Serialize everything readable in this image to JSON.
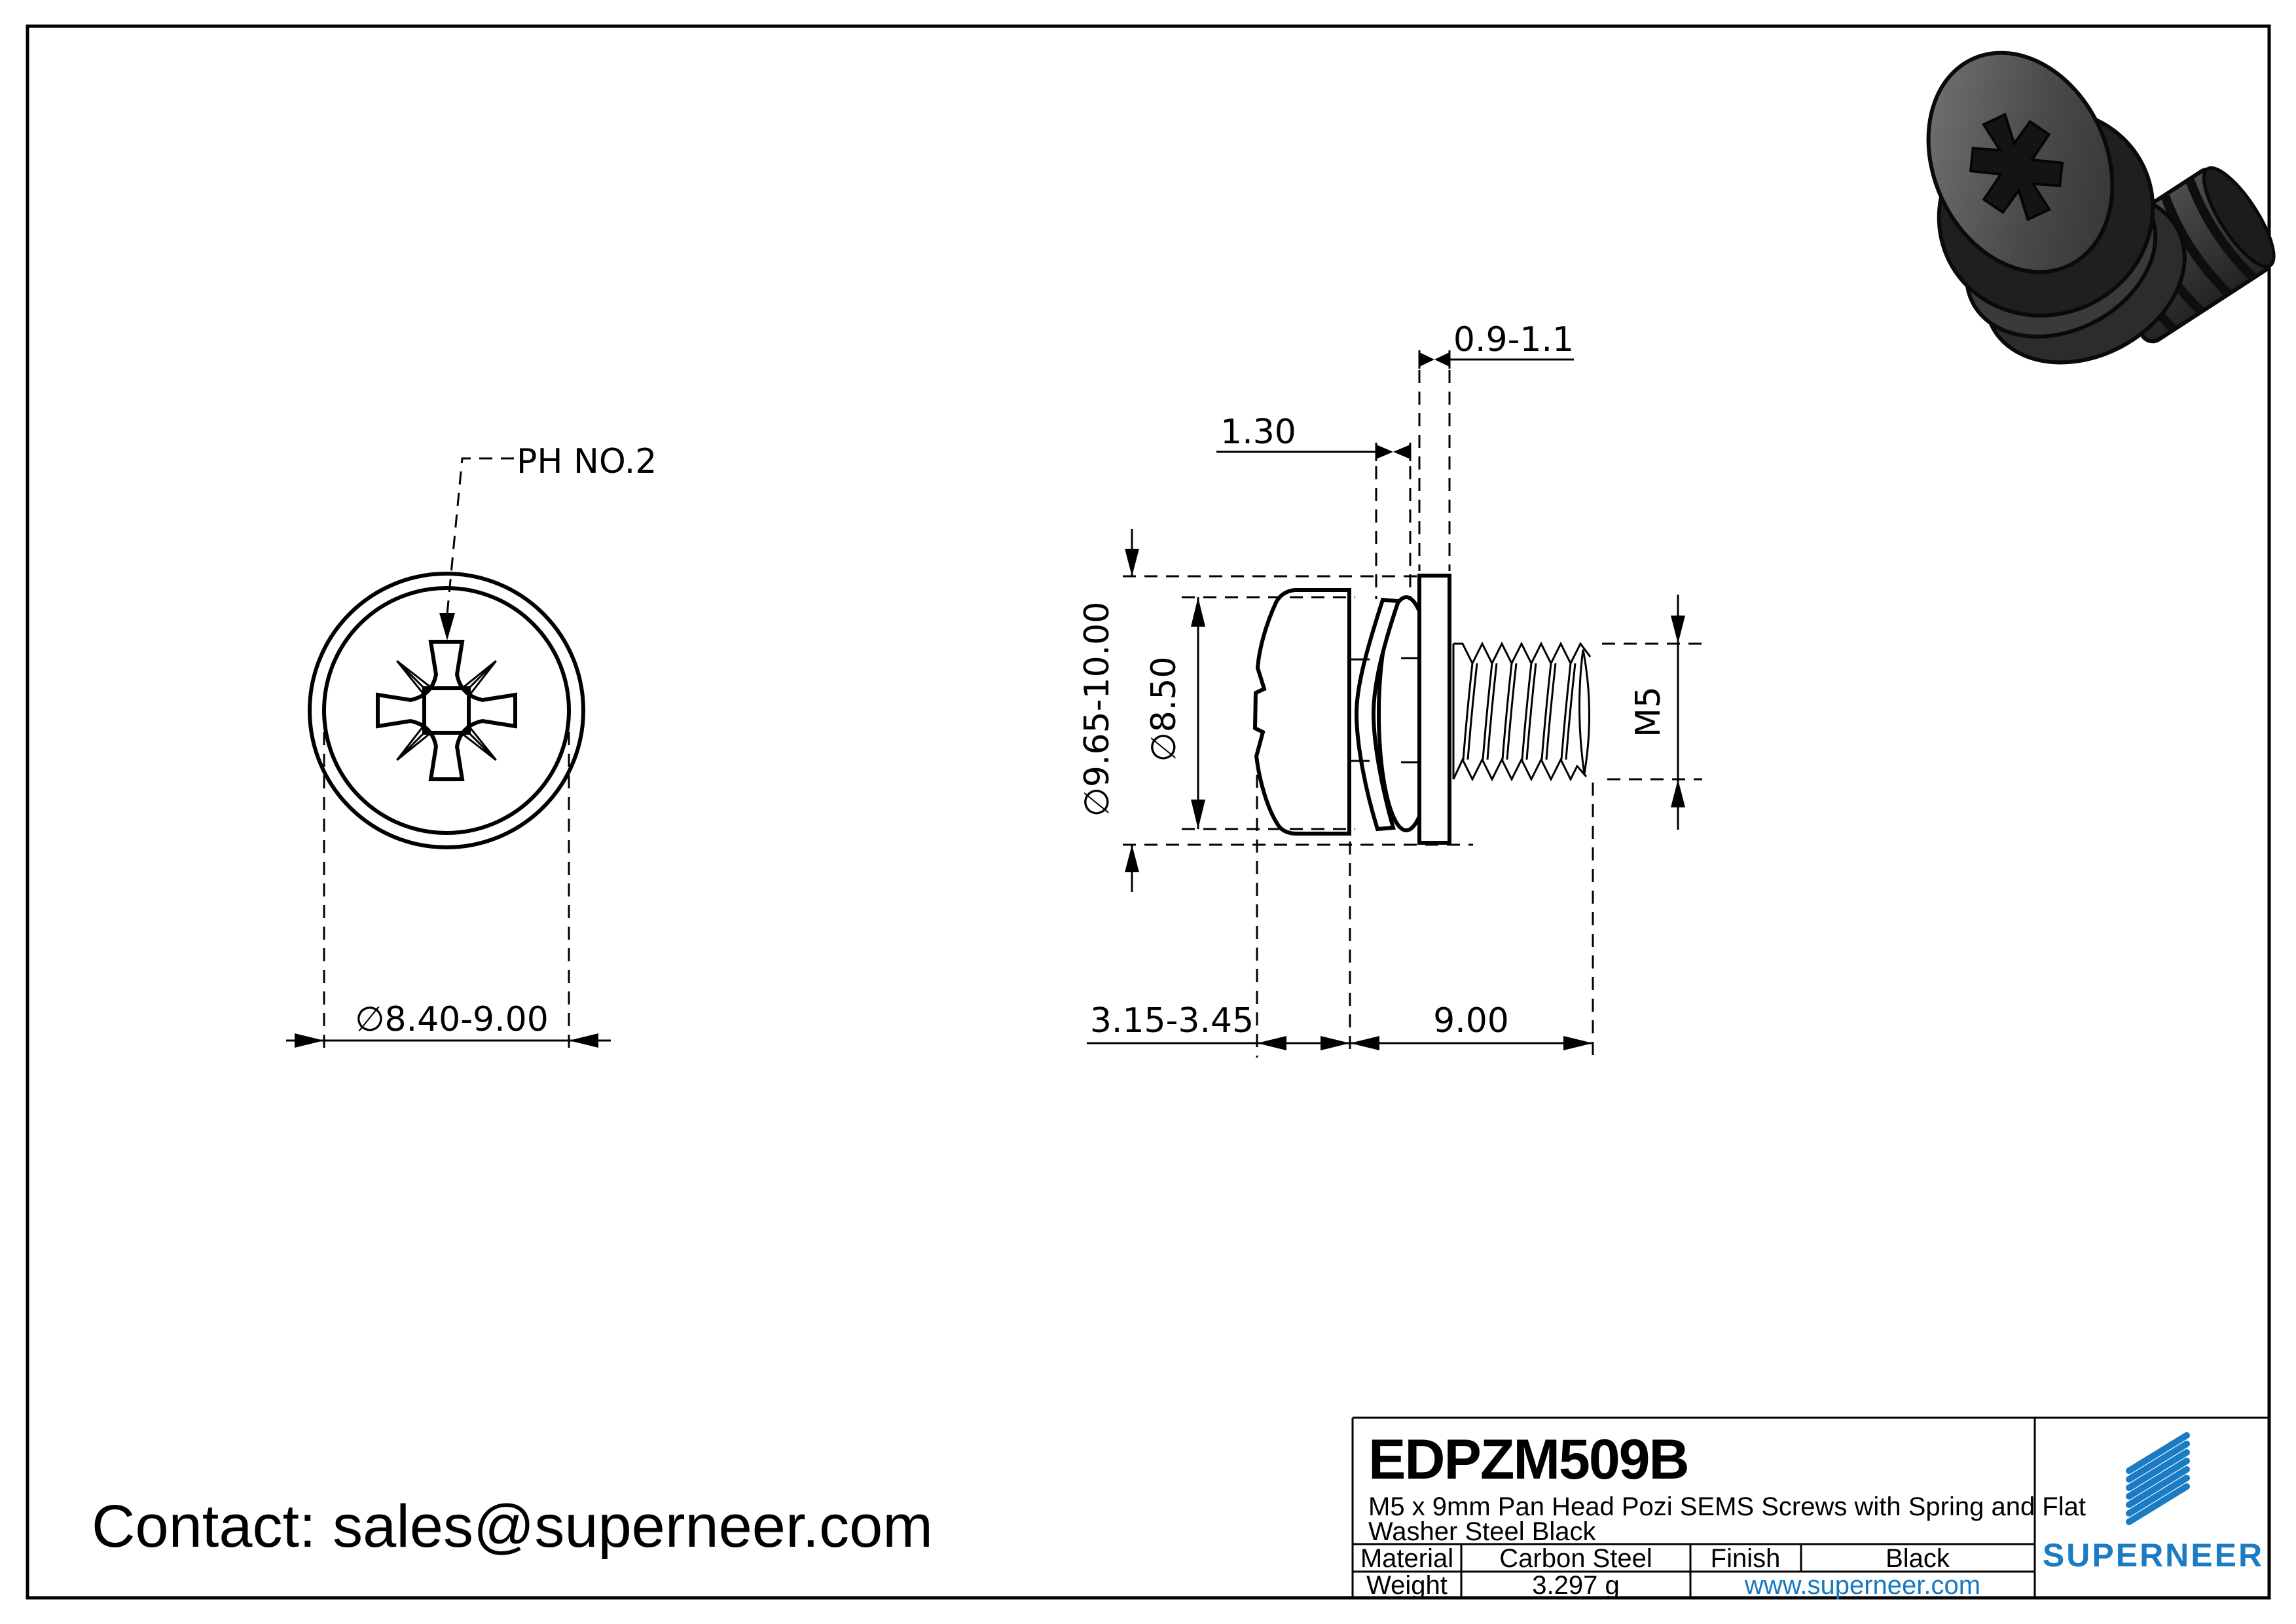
{
  "front_view": {
    "drive_label": "PH NO.2",
    "diameter_label": "∅8.40-9.00"
  },
  "side_view": {
    "washer_thickness": "0.9-1.1",
    "spring_thickness": "1.30",
    "washer_od": "∅9.65-10.00",
    "head_od": "∅8.50",
    "thread_label": "M5",
    "head_height": "3.15-3.45",
    "thread_length": "9.00"
  },
  "title_block": {
    "part_number": "EDPZM509B",
    "description_line1": "M5 x 9mm Pan Head Pozi SEMS Screws with Spring and Flat",
    "description_line2": "Washer Steel Black",
    "material_label": "Material",
    "material_value": "Carbon Steel",
    "finish_label": "Finish",
    "finish_value": "Black",
    "weight_label": "Weight",
    "weight_value": "3.297 g",
    "website": "www.superneer.com",
    "brand": "SUPERNEER"
  },
  "contact": {
    "text": "Contact: sales@superneer.com"
  },
  "colors": {
    "accent_blue": "#1b7cc4",
    "link_blue": "#1778c2",
    "line_black": "#000000"
  }
}
